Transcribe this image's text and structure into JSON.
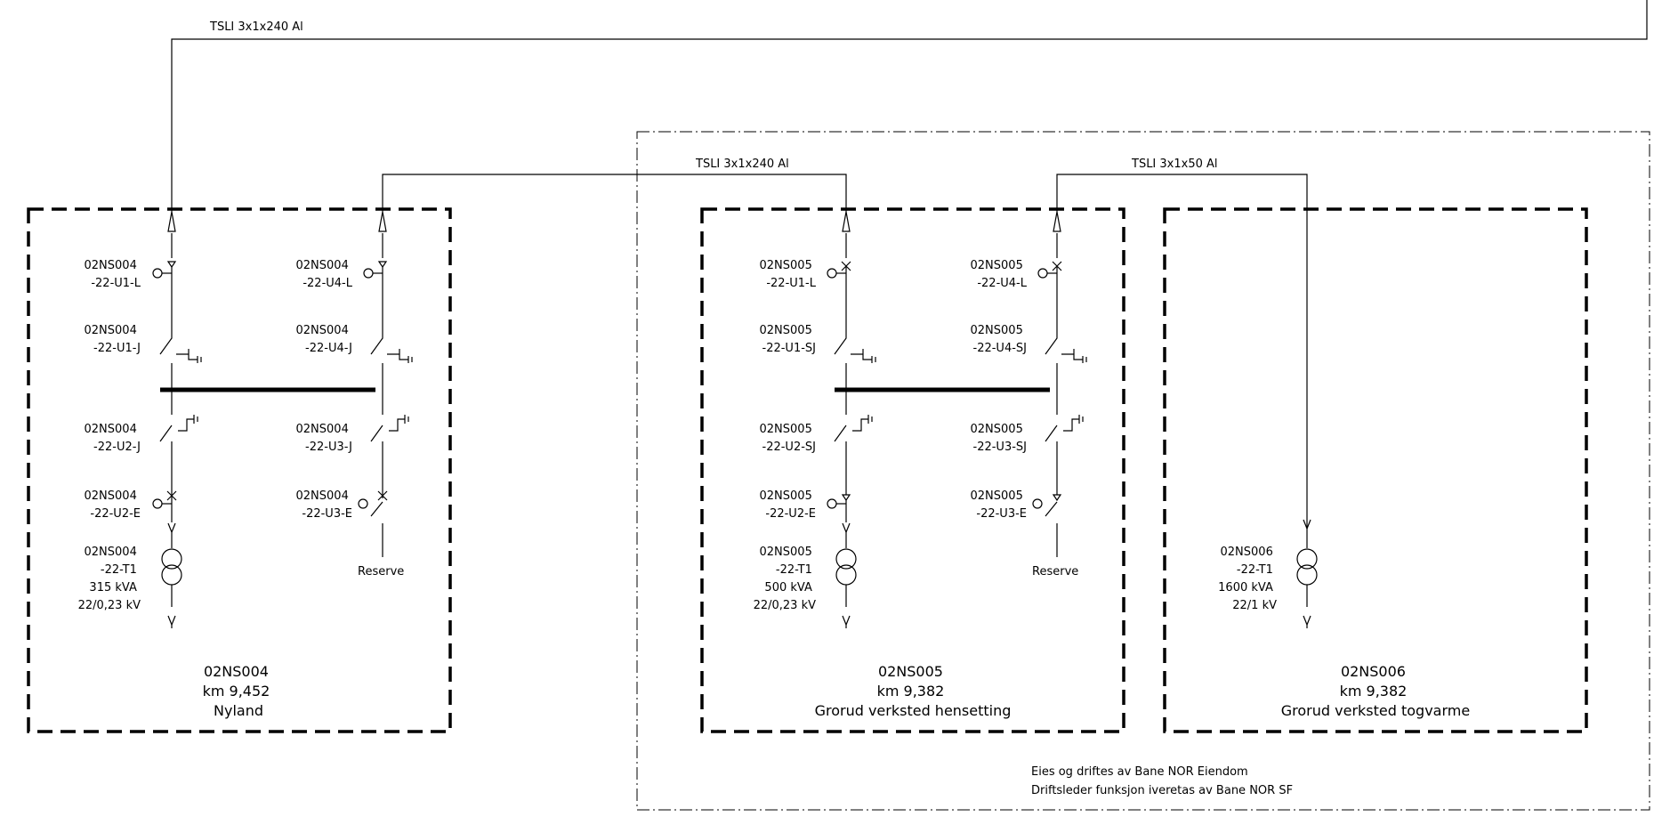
{
  "cables": {
    "top": "TSLI 3x1x240 Al",
    "mid": "TSLI 3x1x240 Al",
    "right": "TSLI 3x1x50 Al"
  },
  "stations": {
    "ns004": {
      "u1l": [
        "02NS004",
        "-22-U1-L"
      ],
      "u4l": [
        "02NS004",
        "-22-U4-L"
      ],
      "u1j": [
        "02NS004",
        "-22-U1-J"
      ],
      "u4j": [
        "02NS004",
        "-22-U4-J"
      ],
      "u2j": [
        "02NS004",
        "-22-U2-J"
      ],
      "u3j": [
        "02NS004",
        "-22-U3-J"
      ],
      "u2e": [
        "02NS004",
        "-22-U2-E"
      ],
      "u3e": [
        "02NS004",
        "-22-U3-E"
      ],
      "t1": [
        "02NS004",
        "-22-T1",
        "315 kVA",
        "22/0,23 kV"
      ],
      "reserve": "Reserve",
      "title": [
        "02NS004",
        "km 9,452",
        "Nyland"
      ]
    },
    "ns005": {
      "u1l": [
        "02NS005",
        "-22-U1-L"
      ],
      "u4l": [
        "02NS005",
        "-22-U4-L"
      ],
      "u1sj": [
        "02NS005",
        "-22-U1-SJ"
      ],
      "u4sj": [
        "02NS005",
        "-22-U4-SJ"
      ],
      "u2sj": [
        "02NS005",
        "-22-U2-SJ"
      ],
      "u3sj": [
        "02NS005",
        "-22-U3-SJ"
      ],
      "u2e": [
        "02NS005",
        "-22-U2-E"
      ],
      "u3e": [
        "02NS005",
        "-22-U3-E"
      ],
      "t1": [
        "02NS005",
        "-22-T1",
        "500 kVA",
        "22/0,23 kV"
      ],
      "reserve": "Reserve",
      "title": [
        "02NS005",
        "km 9,382",
        "Grorud verksted hensetting"
      ]
    },
    "ns006": {
      "t1": [
        "02NS006",
        "-22-T1",
        "1600 kVA",
        "22/1 kV"
      ],
      "title": [
        "02NS006",
        "km 9,382",
        "Grorud verksted togvarme"
      ]
    }
  },
  "ownership_note": [
    "Eies og driftes av Bane NOR Eiendom",
    "Driftsleder funksjon iveretas av Bane NOR SF"
  ]
}
